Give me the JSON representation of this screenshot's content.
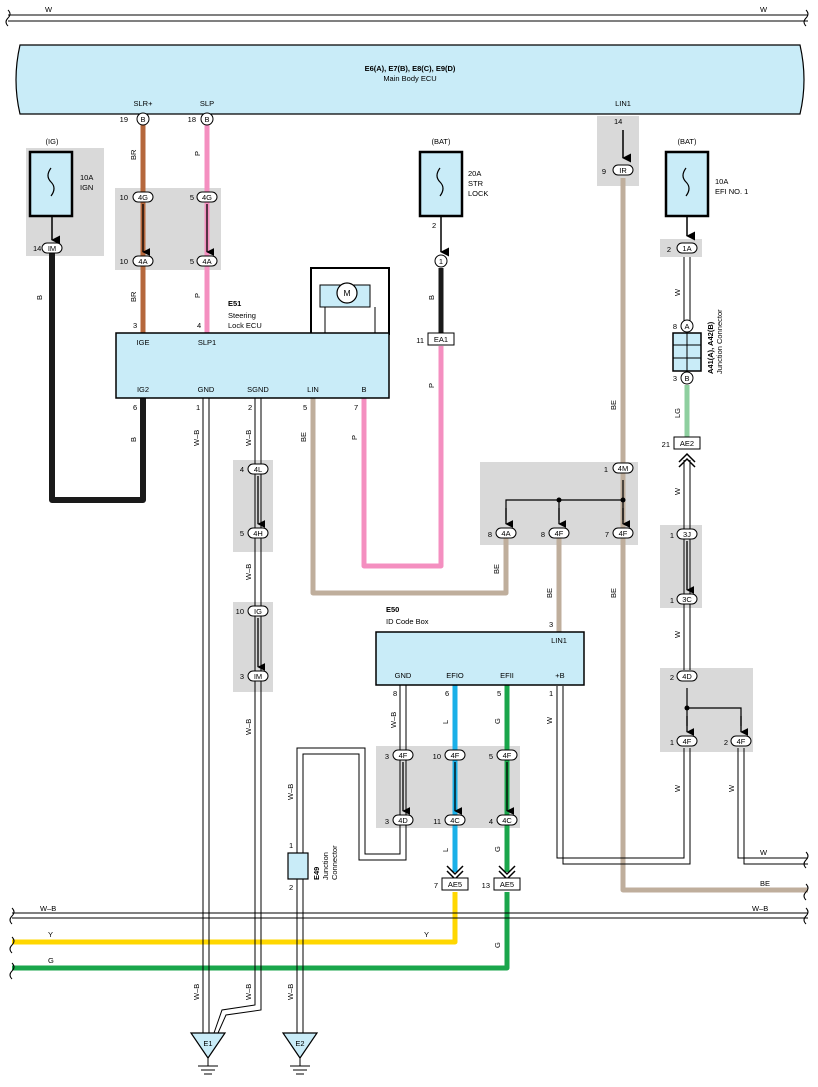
{
  "colors": {
    "grey_zone": "#d9d9d9",
    "box_fill": "#c9ecf8",
    "brown": "#b5673c",
    "pink": "#f48fc0",
    "beige": "#bfae9c",
    "yellow": "#ffd700",
    "green": "#1aa64b",
    "light_blue": "#1ab0e8",
    "light_green": "#8ecf9f",
    "black": "#1a1a1a"
  },
  "top": {
    "wire_left": "W",
    "wire_right": "W"
  },
  "main_ecu": {
    "code": "E6(A), E7(B), E8(C), E9(D)",
    "name": "Main Body ECU"
  },
  "pins": {
    "slr": "SLR+",
    "slp": "SLP",
    "lin1": "LIN1"
  },
  "labels": {
    "n19": "19",
    "b19": "B",
    "n18": "18",
    "b18": "B",
    "n14top": "14",
    "n9": "9",
    "ir": "IR",
    "ig": "(IG)",
    "ign_amp": "10A",
    "ign_name": "IGN",
    "n14": "14",
    "im": "IM",
    "n10a": "10",
    "g4a": "4G",
    "n5a": "5",
    "g4b": "4G",
    "n10b": "10",
    "a4a": "4A",
    "n5b": "5",
    "a4b": "4A",
    "br1": "BR",
    "br2": "BR",
    "p1": "P",
    "p2": "P",
    "bw1": "B",
    "bat1": "(BAT)",
    "str_amp": "20A",
    "str_n1": "STR",
    "str_n2": "LOCK",
    "n2": "2",
    "c1": "1",
    "bw2": "B",
    "n11": "11",
    "ea1": "EA1",
    "p3": "P",
    "bat2": "(BAT)",
    "efi_amp": "10A",
    "efi_name": "EFI NO. 1",
    "n2b": "2",
    "c1a": "1A",
    "w1": "W",
    "n8": "8",
    "ca": "A",
    "n3": "3",
    "cb": "B",
    "jc_code": "A41(A), A42(B)",
    "jc_name": "Junction Connector",
    "lg": "LG",
    "n21": "21",
    "ae2": "AE2",
    "w2": "W",
    "be1": "BE",
    "e51": "E51",
    "e51_n1": "Steering",
    "e51_n2": "Lock ECU",
    "m": "M",
    "n3c": "3",
    "n4c": "4",
    "ige": "IGE",
    "slp1": "SLP1",
    "ig2": "IG2",
    "gnd": "GND",
    "sgnd": "SGND",
    "lin": "LIN",
    "bpin": "B",
    "n6": "6",
    "n1": "1",
    "n2c": "2",
    "n5": "5",
    "n7": "7",
    "bw3": "B",
    "wb1": "W–B",
    "wb2": "W–B",
    "be2": "BE",
    "p4": "P",
    "n4d": "4",
    "l4l": "4L",
    "n5d": "5",
    "h4h": "4H",
    "wb3": "W–B",
    "n10c": "10",
    "ig_c": "IG",
    "n3d": "3",
    "im2": "IM",
    "wb4": "W–B",
    "n1m": "1",
    "m4m": "4M",
    "n8m": "8",
    "a4m": "4A",
    "n8n": "8",
    "f4n": "4F",
    "n7m": "7",
    "f4m": "4F",
    "be3": "BE",
    "be4": "BE",
    "be5": "BE",
    "n1j": "1",
    "j3j": "3J",
    "n1k": "1",
    "c3c": "3C",
    "w3": "W",
    "e50": "E50",
    "e50_name": "ID Code Box",
    "n3e": "3",
    "lin1b": "LIN1",
    "gnd2": "GND",
    "efio": "EFIO",
    "efii": "EFII",
    "plusb": "+B",
    "n8e": "8",
    "n6e": "6",
    "n5e": "5",
    "n1e": "1",
    "wb5": "W–B",
    "lw": "L",
    "gw": "G",
    "ww": "W",
    "n2f": "2",
    "d4d": "4D",
    "n1f": "1",
    "f4fa": "4F",
    "n2g": "2",
    "f4fb": "4F",
    "w4": "W",
    "w5": "W",
    "n3f": "3",
    "f4f1": "4F",
    "n10f": "10",
    "f4f2": "4F",
    "n5f": "5",
    "f4f3": "4F",
    "n3g": "3",
    "d4d2": "4D",
    "n11f": "11",
    "c4c1": "4C",
    "n4f": "4",
    "c4c2": "4C",
    "l2": "L",
    "g2": "G",
    "wb6": "W–B",
    "n1h": "1",
    "n2h": "2",
    "e49": "E49",
    "e49_n1": "Junction",
    "e49_n2": "Connector",
    "n7h": "7",
    "ae5a": "AE5",
    "n13h": "13",
    "ae5b": "AE5",
    "w6": "W",
    "be6": "BE",
    "wb_left": "W–B",
    "wb_right": "W–B",
    "y_left": "Y",
    "y_right": "Y",
    "g_left": "G",
    "g_right": "G",
    "wb7": "W–B",
    "wb8": "W–B",
    "wb9": "W–B",
    "e1": "E1",
    "e2": "E2"
  }
}
